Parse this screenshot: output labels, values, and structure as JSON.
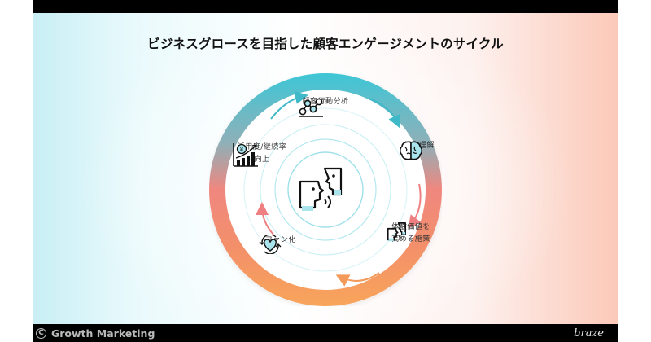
{
  "slide": {
    "title": "ビジネスグロースを目指した顧客エンゲージメントのサイクル",
    "center_icon": "conversation-faces-icon",
    "ring_colors": {
      "top": "#3ec6d6",
      "middle": "#f0877f",
      "bottom": "#f6a05a"
    },
    "accent_color": "#3ec6d6",
    "cycle_steps": [
      {
        "label": "顧客行動分析",
        "icon": "data-nodes-icon"
      },
      {
        "label": "顧客理解",
        "icon": "brain-icon"
      },
      {
        "label_line1": "体験価値を",
        "label_line2": "高める施策",
        "icon": "conversation-faces-icon"
      },
      {
        "label": "ファン化",
        "icon": "heart-cycle-icon"
      },
      {
        "label_line1": "活用度/継続率",
        "label_line2": "向上",
        "icon": "growth-chart-yen-icon"
      }
    ]
  },
  "footer": {
    "left_label": "Growth Marketing",
    "left_icon": "copyright-icon",
    "right_logo": "braze"
  }
}
